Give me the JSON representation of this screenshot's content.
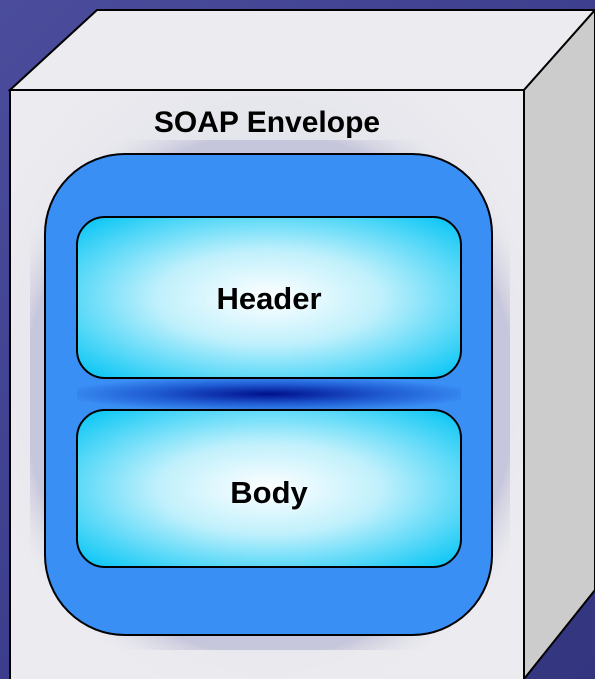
{
  "diagram": {
    "envelope_label": "SOAP Envelope",
    "header_label": "Header",
    "body_label": "Body"
  },
  "colors": {
    "background": "#3d3f8e",
    "cube_front": "#e6e6ea",
    "cube_top": "#ececf0",
    "cube_side": "#cccccc",
    "envelope_fill": "#3a8ff5",
    "section_fill_center": "#ffffff",
    "section_fill_edge": "#16c9f5",
    "connector_center": "#000f8c"
  }
}
